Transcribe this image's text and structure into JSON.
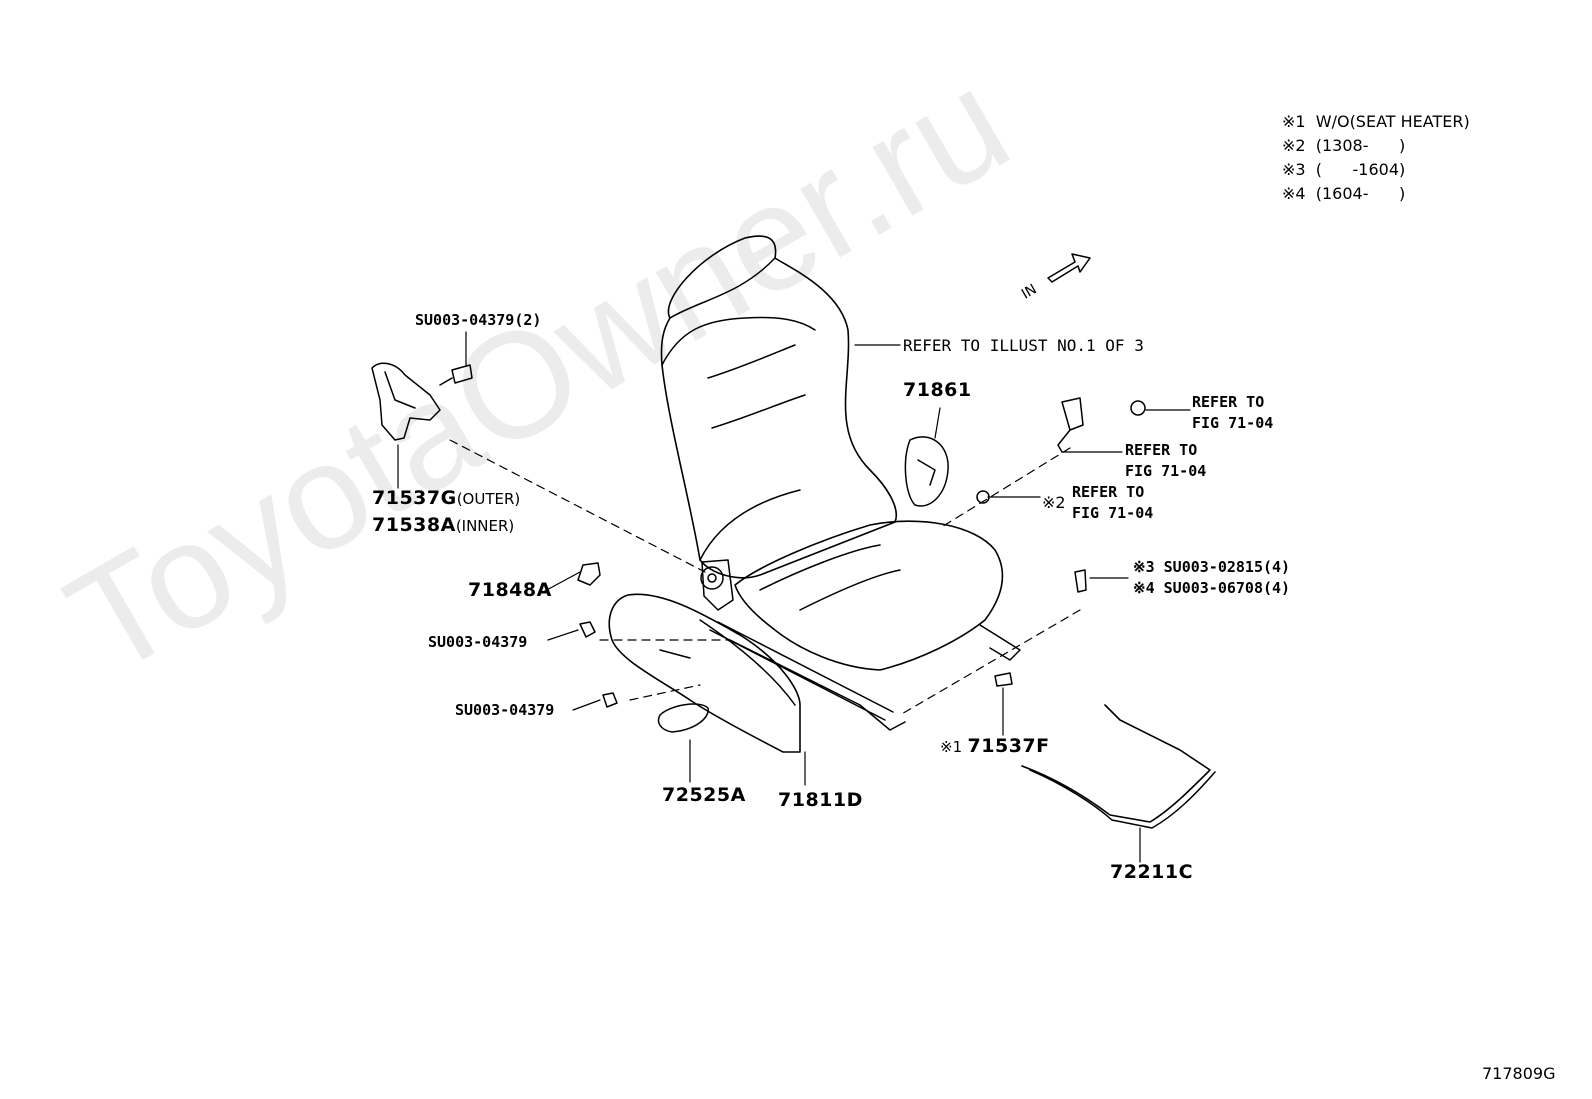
{
  "watermark": "ToyotaOwner.ru",
  "figure_code": "717809G",
  "notes": [
    "※1  W/O(SEAT HEATER)",
    "※2  (1308-      )",
    "※3  (      -1604)",
    "※4  (1604-      )"
  ],
  "direction": "IN",
  "refer_illust": "REFER  TO  ILLUST  NO.1  OF 3",
  "labels": {
    "su_2": "SU003-04379(2)",
    "p71537g": "71537G",
    "outer": "(OUTER)",
    "p71538a": "71538A",
    "inner": "(INNER)",
    "p71848a": "71848A",
    "su_a": "SU003-04379",
    "su_b": "SU003-04379",
    "p72525a": "72525A",
    "p71811d": "71811D",
    "p71861": "71861",
    "ref1_a": "REFER TO",
    "ref1_b": "FIG 71-04",
    "ref2_a": "REFER TO",
    "ref2_b": "FIG 71-04",
    "ref3_mark": "※2",
    "ref3_a": "REFER TO",
    "ref3_b": "FIG 71-04",
    "bolt3": "※3 SU003-02815(4)",
    "bolt4": "※4 SU003-06708(4)",
    "p71537f_mark": "※1",
    "p71537f": "71537F",
    "p72211c": "72211C"
  }
}
